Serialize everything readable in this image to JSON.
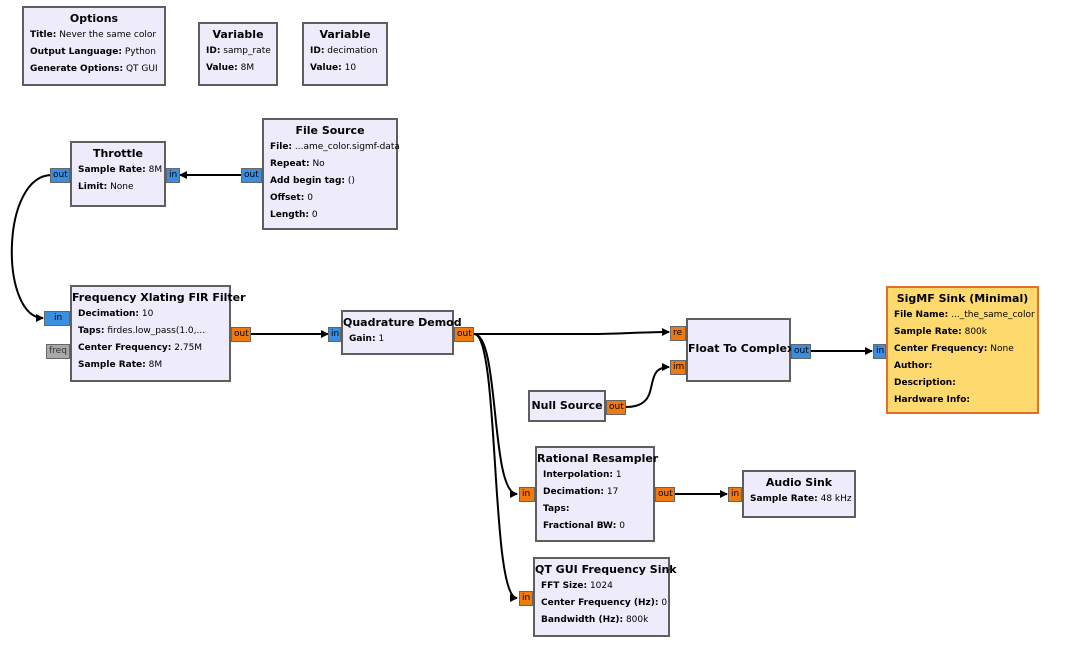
{
  "colors": {
    "block_fill": "#eeebfb",
    "sigmf_fill": "#fed96d",
    "sigmf_border": "#e46d27",
    "complex_port": "#3a8ee0",
    "float_port": "#f07a10",
    "message_port": "#a9a9a9"
  },
  "options": {
    "title": "Options",
    "params": [
      {
        "label": "Title:",
        "value": "Never the same color"
      },
      {
        "label": "Output Language:",
        "value": "Python"
      },
      {
        "label": "Generate Options:",
        "value": "QT GUI"
      }
    ]
  },
  "var1": {
    "title": "Variable",
    "params": [
      {
        "label": "ID:",
        "value": "samp_rate"
      },
      {
        "label": "Value:",
        "value": "8M"
      }
    ]
  },
  "var2": {
    "title": "Variable",
    "params": [
      {
        "label": "ID:",
        "value": "decimation"
      },
      {
        "label": "Value:",
        "value": "10"
      }
    ]
  },
  "throttle": {
    "title": "Throttle",
    "params": [
      {
        "label": "Sample Rate:",
        "value": "8M"
      },
      {
        "label": "Limit:",
        "value": "None"
      }
    ],
    "ports": {
      "out": "out",
      "in": "in"
    }
  },
  "filesource": {
    "title": "File Source",
    "params": [
      {
        "label": "File:",
        "value": "...ame_color.sigmf-data"
      },
      {
        "label": "Repeat:",
        "value": "No"
      },
      {
        "label": "Add begin tag:",
        "value": "()"
      },
      {
        "label": "Offset:",
        "value": "0"
      },
      {
        "label": "Length:",
        "value": "0"
      }
    ],
    "ports": {
      "out": "out"
    }
  },
  "xlating": {
    "title": "Frequency Xlating FIR Filter",
    "params": [
      {
        "label": "Decimation:",
        "value": "10"
      },
      {
        "label": "Taps:",
        "value": "firdes.low_pass(1.0,..."
      },
      {
        "label": "Center Frequency:",
        "value": "2.75M"
      },
      {
        "label": "Sample Rate:",
        "value": "8M"
      }
    ],
    "ports": {
      "in": "in",
      "freq": "freq",
      "out": "out"
    }
  },
  "quad": {
    "title": "Quadrature Demod",
    "params": [
      {
        "label": "Gain:",
        "value": "1"
      }
    ],
    "ports": {
      "in": "in",
      "out": "out"
    }
  },
  "f2c": {
    "title": "Float To Complex",
    "params": [],
    "ports": {
      "re": "re",
      "im": "im",
      "out": "out"
    }
  },
  "nullsrc": {
    "title": "Null Source",
    "params": [],
    "ports": {
      "out": "out"
    }
  },
  "sigmf": {
    "title": "SigMF Sink (Minimal)",
    "params": [
      {
        "label": "File Name:",
        "value": "..._the_same_color"
      },
      {
        "label": "Sample Rate:",
        "value": "800k"
      },
      {
        "label": "Center Frequency:",
        "value": "None"
      },
      {
        "label": "Author:",
        "value": ""
      },
      {
        "label": "Description:",
        "value": ""
      },
      {
        "label": "Hardware Info:",
        "value": ""
      }
    ],
    "ports": {
      "in": "in"
    }
  },
  "resampler": {
    "title": "Rational Resampler",
    "params": [
      {
        "label": "Interpolation:",
        "value": "1"
      },
      {
        "label": "Decimation:",
        "value": "17"
      },
      {
        "label": "Taps:",
        "value": ""
      },
      {
        "label": "Fractional BW:",
        "value": "0"
      }
    ],
    "ports": {
      "in": "in",
      "out": "out"
    }
  },
  "audiosink": {
    "title": "Audio Sink",
    "params": [
      {
        "label": "Sample Rate:",
        "value": "48 kHz"
      }
    ],
    "ports": {
      "in": "in"
    }
  },
  "qtsink": {
    "title": "QT GUI Frequency Sink",
    "params": [
      {
        "label": "FFT Size:",
        "value": "1024"
      },
      {
        "label": "Center Frequency (Hz):",
        "value": "0"
      },
      {
        "label": "Bandwidth (Hz):",
        "value": "800k"
      }
    ],
    "ports": {
      "in": "in"
    }
  }
}
